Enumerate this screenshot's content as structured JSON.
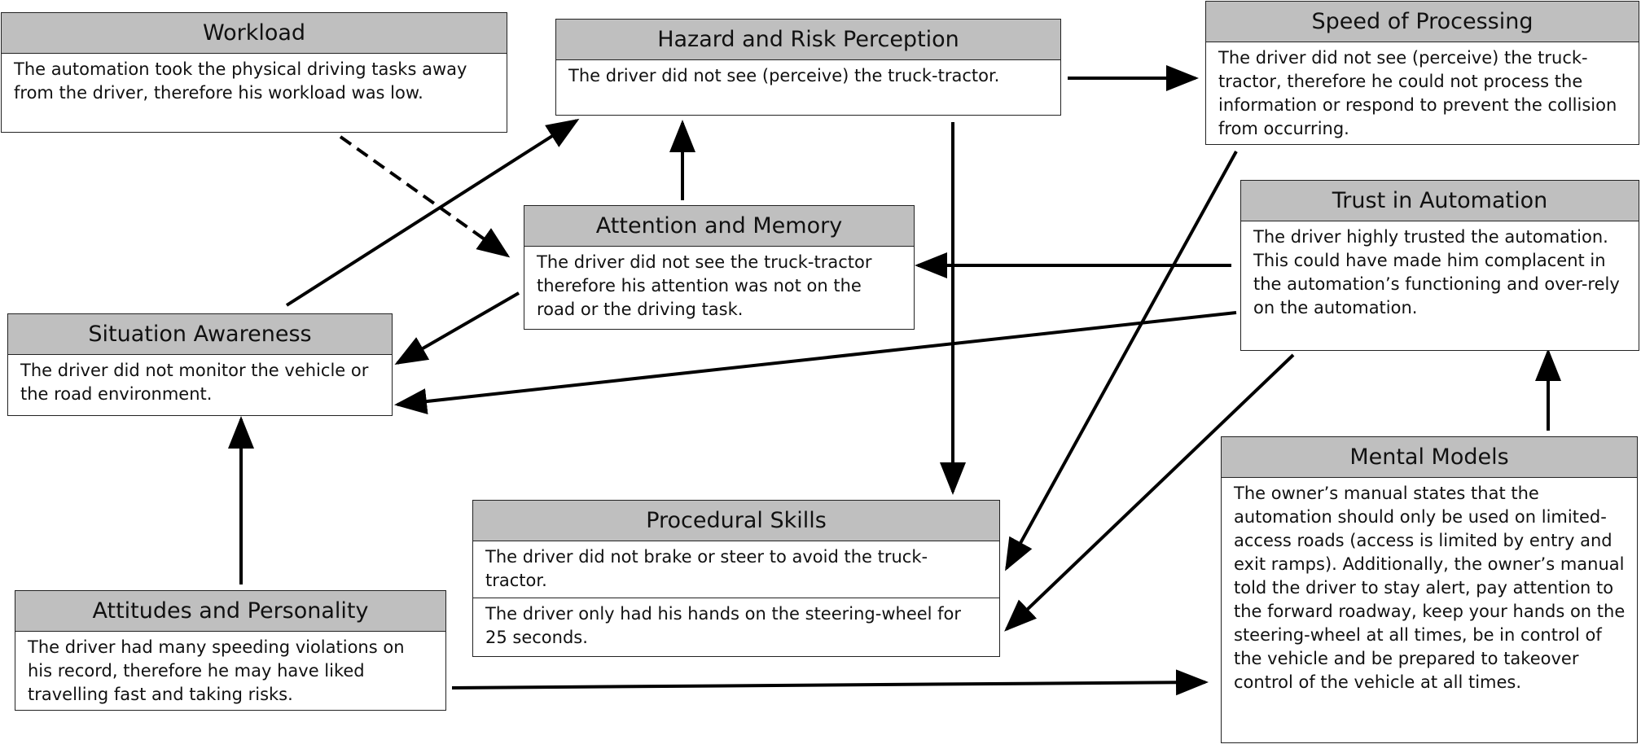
{
  "nodes": {
    "workload": {
      "title": "Workload",
      "text": "The automation took the physical driving tasks away from the driver, therefore his workload was low."
    },
    "hazard": {
      "title": "Hazard and Risk Perception",
      "text": "The driver did not see (perceive) the truck-tractor."
    },
    "speed": {
      "title": "Speed of Processing",
      "text": "The driver did not see (perceive) the truck-tractor, therefore he could not process the information or respond to prevent the collision from occurring."
    },
    "attention": {
      "title": "Attention and Memory",
      "text": "The driver did not see the truck-tractor therefore his attention was not on the road or the driving task."
    },
    "trust": {
      "title": "Trust in Automation",
      "text": "The driver highly trusted the automation. This could have made him complacent in the automation’s functioning and over-rely on the automation."
    },
    "situation": {
      "title": "Situation Awareness",
      "text": "The driver did not monitor the vehicle or the road environment."
    },
    "mental": {
      "title": "Mental Models",
      "text": "The owner’s manual states that the automation should only be used on limited-access roads (access is limited by entry and exit ramps). Additionally, the owner’s manual told the driver to stay alert, pay attention to the forward roadway, keep your hands on the steering-wheel at all times, be in control of the vehicle and be prepared to takeover control of the vehicle at all times."
    },
    "procedural": {
      "title": "Procedural Skills",
      "text1": "The driver did not brake or steer to avoid the truck-tractor.",
      "text2": "The driver only had his hands on the steering-wheel for 25 seconds."
    },
    "attitudes": {
      "title": "Attitudes and Personality",
      "text": "The driver had many speeding violations on his record, therefore he may have liked travelling fast and taking risks."
    }
  },
  "edges": [
    {
      "from": "workload",
      "to": "attention",
      "style": "dashed"
    },
    {
      "from": "situation",
      "to": "hazard",
      "style": "solid"
    },
    {
      "from": "attention",
      "to": "hazard",
      "style": "solid"
    },
    {
      "from": "hazard",
      "to": "speed",
      "style": "solid"
    },
    {
      "from": "hazard",
      "to": "procedural",
      "style": "solid"
    },
    {
      "from": "trust",
      "to": "attention",
      "style": "solid"
    },
    {
      "from": "attention",
      "to": "situation",
      "style": "solid"
    },
    {
      "from": "trust",
      "to": "situation",
      "style": "solid"
    },
    {
      "from": "speed",
      "to": "procedural",
      "style": "solid"
    },
    {
      "from": "trust",
      "to": "procedural",
      "style": "solid"
    },
    {
      "from": "mental",
      "to": "trust",
      "style": "solid"
    },
    {
      "from": "attitudes",
      "to": "situation",
      "style": "solid"
    },
    {
      "from": "attitudes",
      "to": "mental",
      "style": "solid"
    }
  ]
}
